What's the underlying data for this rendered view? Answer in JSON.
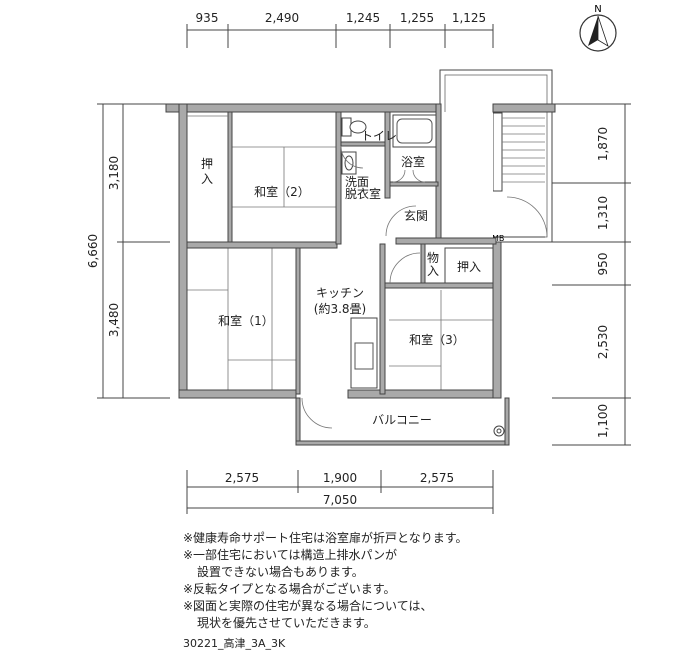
{
  "dimensions": {
    "top": [
      "935",
      "2,490",
      "1,245",
      "1,255",
      "1,125"
    ],
    "bottom_row1": [
      "2,575",
      "1,900",
      "2,575"
    ],
    "bottom_total": "7,050",
    "left_total": "6,660",
    "left_parts": [
      "3,180",
      "3,480"
    ],
    "right": [
      "1,870",
      "1,310",
      "950",
      "2,530",
      "1,100"
    ]
  },
  "compass": {
    "north_label": "N"
  },
  "rooms": {
    "oshiire_1": "押\n入",
    "washitsu_2": "和室（2）",
    "toilet": "トイレ",
    "senmen": "洗面\n脱衣室",
    "yokushitsu": "浴室",
    "genkan": "玄関",
    "monoire": "物\n入",
    "oshiire_2": "押入",
    "mb": "MB",
    "kitchen": "キッチン\n(約3.8畳)",
    "washitsu_1": "和室（1）",
    "washitsu_3": "和室（3）",
    "balcony": "バルコニー"
  },
  "notes": [
    "※健康寿命サポート住宅は浴室扉が折戸となります。",
    "※一部住宅においては構造上排水パンが",
    "設置できない場合もあります。",
    "※反転タイプとなる場合がございます。",
    "※図面と実際の住宅が異なる場合については、",
    "現状を優先させていただきます。"
  ],
  "code": "30221_高津_3A_3K"
}
